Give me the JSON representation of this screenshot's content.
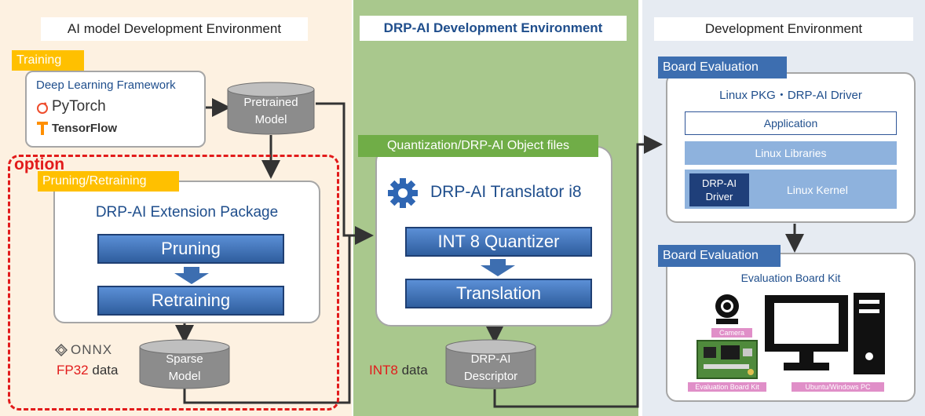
{
  "columns": {
    "left_title": "AI model Development Environment",
    "mid_title": "DRP-AI Development Environment",
    "right_title": "Development Environment"
  },
  "training": {
    "tag": "Training",
    "framework_title": "Deep Learning Framework",
    "pytorch": "PyTorch",
    "tensorflow": "TensorFlow"
  },
  "pretrained": {
    "line1": "Pretrained",
    "line2": "Model"
  },
  "option": {
    "label": "option",
    "tag": "Pruning/Retraining",
    "package_title": "DRP-AI Extension Package",
    "pruning": "Pruning",
    "retraining": "Retraining"
  },
  "sparse": {
    "onnx": "ONNX",
    "fp32": "FP32",
    "data_word": "data",
    "line1": "Sparse",
    "line2": "Model"
  },
  "quantization": {
    "tag": "Quantization/DRP-AI Object files",
    "translator_title": "DRP-AI Translator i8",
    "quantizer": "INT 8 Quantizer",
    "translation": "Translation"
  },
  "descriptor": {
    "int8": "INT8",
    "data_word": "data",
    "line1": "DRP-AI",
    "line2": "Descriptor"
  },
  "board_eval_1": {
    "tag": "Board Evaluation",
    "title": "Linux PKG・DRP-AI Driver",
    "application": "Application",
    "libraries": "Linux Libraries",
    "driver_line1": "DRP-AI",
    "driver_line2": "Driver",
    "kernel": "Linux Kernel"
  },
  "board_eval_2": {
    "tag": "Board Evaluation",
    "title": "Evaluation Board Kit",
    "camera_label": "Camera",
    "kit_label": "Evaluation Board Kit",
    "pc_label": "Ubuntu/Windows PC"
  },
  "colors": {
    "orange": "#ffc000",
    "green": "#70ad47",
    "blue": "#3d6eb0",
    "red_dash": "#e21b1b"
  }
}
